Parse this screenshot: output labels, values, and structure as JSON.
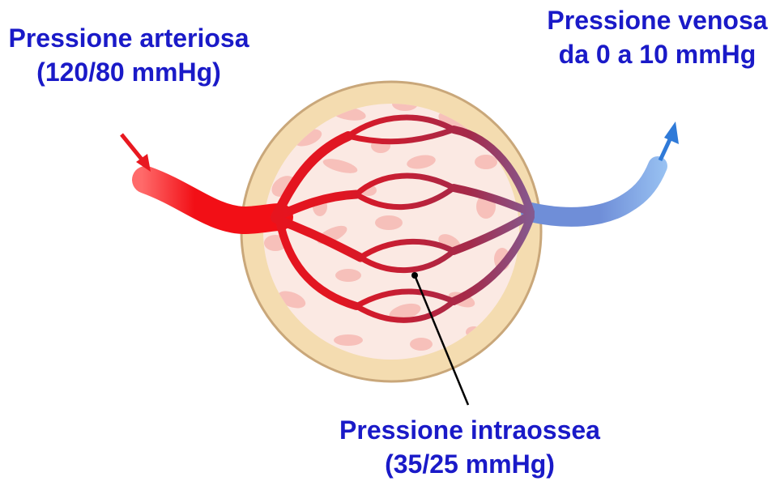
{
  "labels": {
    "arterial": {
      "line1": "Pressione arteriosa",
      "line2": "(120/80 mmHg)"
    },
    "venous": {
      "line1": "Pressione venosa",
      "line2": "da 0 a 10 mmHg"
    },
    "intraosseous": {
      "line1": "Pressione intraossea",
      "line2": "(35/25 mmHg)"
    }
  },
  "colors": {
    "label_text": "#1a1ac8",
    "bone_ring": "#f4dcb0",
    "bone_ring_border": "#c9a77a",
    "marrow_bg": "#fbe9e3",
    "marrow_spots": "#f6b9b3",
    "artery": "#e8141e",
    "vein": "#5b8fe0",
    "arrow_in": "#e81820",
    "arrow_out": "#2f7ad8",
    "pointer_line": "#000000"
  }
}
